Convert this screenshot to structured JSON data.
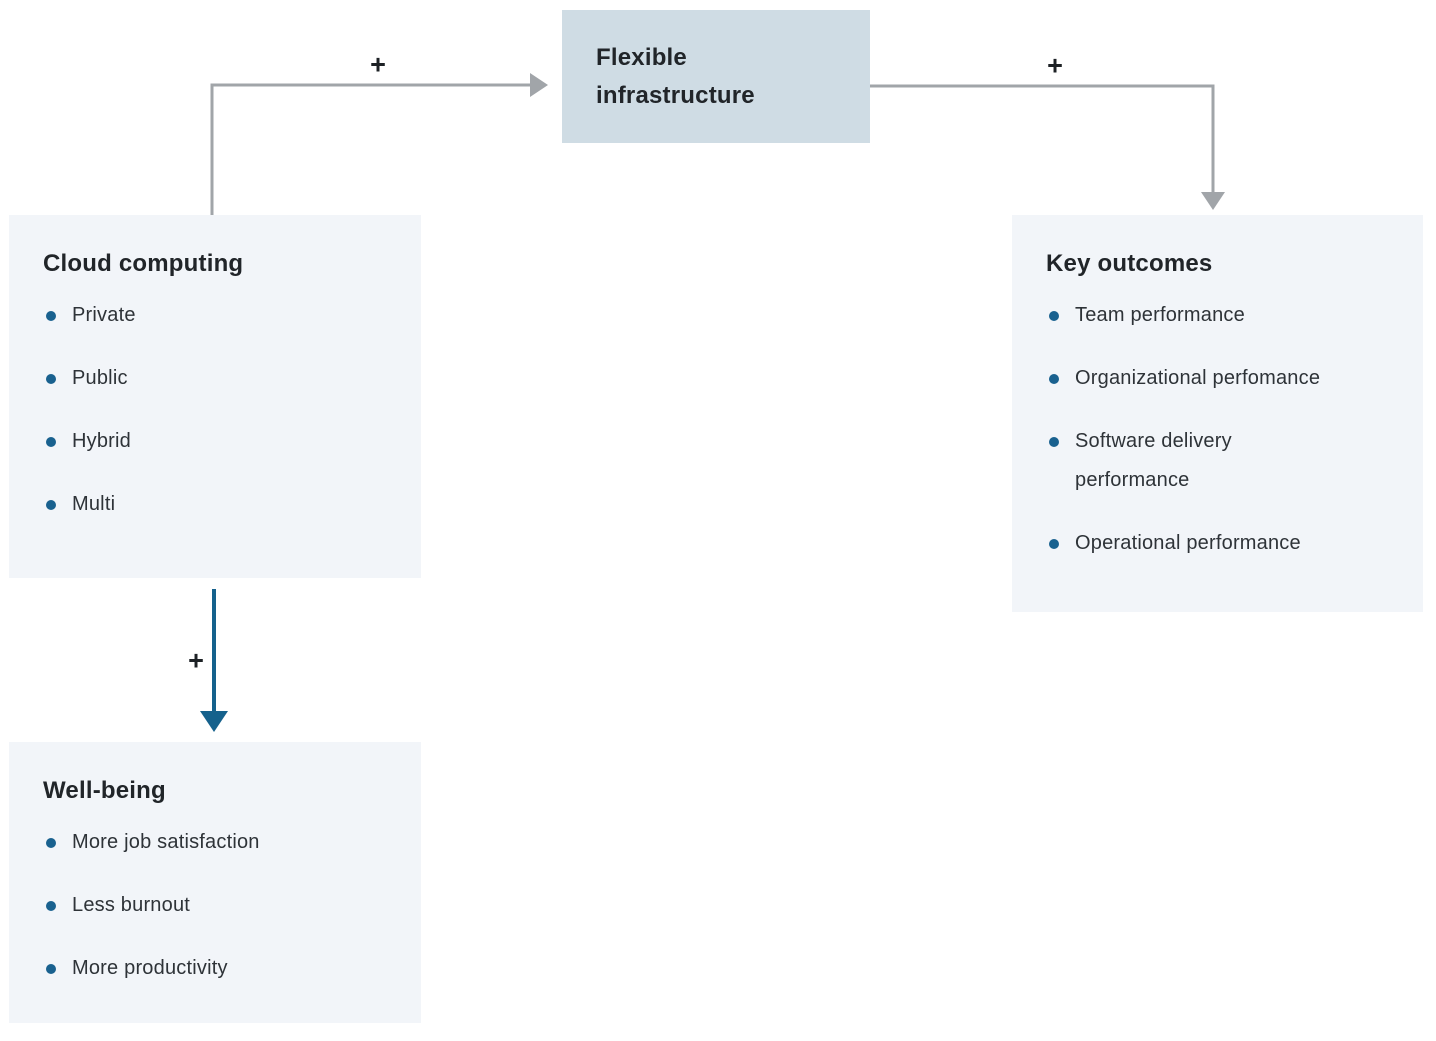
{
  "diagram": {
    "nodes": {
      "flexible_infrastructure": {
        "title": "Flexible infrastructure"
      },
      "cloud_computing": {
        "title": "Cloud computing",
        "items": [
          "Private",
          "Public",
          "Hybrid",
          "Multi"
        ]
      },
      "key_outcomes": {
        "title": "Key outcomes",
        "items": [
          "Team performance",
          "Organizational perfomance",
          "Software delivery performance",
          "Operational performance"
        ]
      },
      "well_being": {
        "title": "Well-being",
        "items": [
          "More job satisfaction",
          "Less burnout",
          "More productivity"
        ]
      }
    },
    "edges": [
      {
        "from": "cloud_computing",
        "to": "flexible_infrastructure",
        "label": "+"
      },
      {
        "from": "flexible_infrastructure",
        "to": "key_outcomes",
        "label": "+"
      },
      {
        "from": "cloud_computing",
        "to": "well_being",
        "label": "+"
      }
    ],
    "colors": {
      "highlight_node_bg": "#cfdce4",
      "light_node_bg": "#f2f5f9",
      "heading_text": "#212529",
      "body_text": "#2e3338",
      "bullet": "#19618f",
      "arrow_gray": "#a1a5a9",
      "arrow_blue": "#15618c",
      "plus_label": "#1d2125"
    }
  }
}
